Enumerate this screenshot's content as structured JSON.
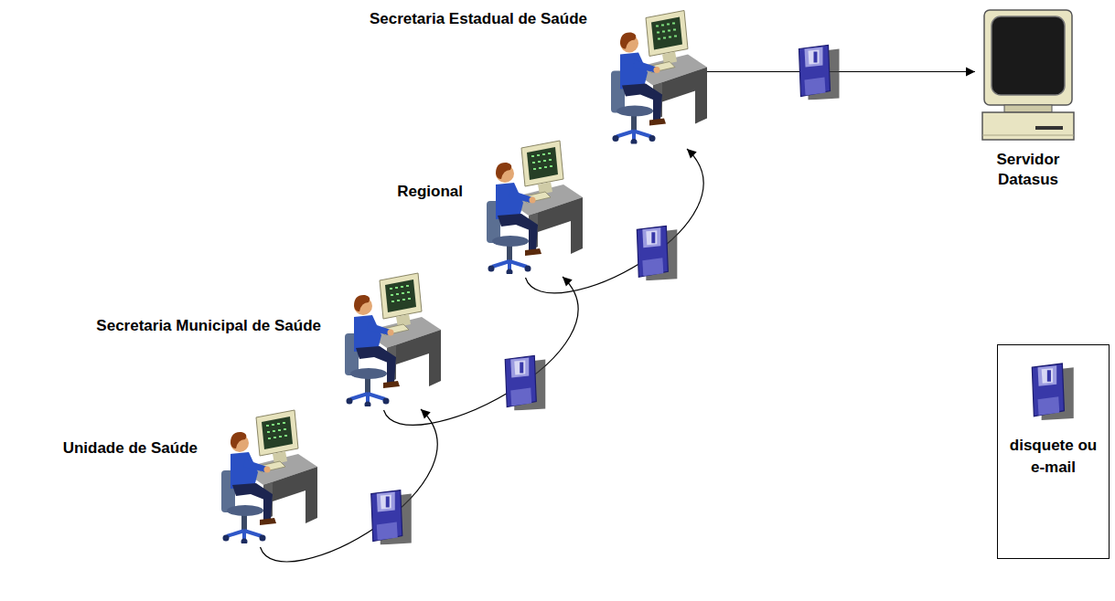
{
  "diagram": {
    "nodes": [
      {
        "text": [
          "Secretaria Estadual de Saúde"
        ]
      },
      {
        "text": [
          "Servidor Datasus"
        ]
      },
      {
        "text": [
          "Regional"
        ]
      },
      {
        "text": [
          "Secretaria Municipal de Saúde"
        ]
      },
      {
        "text": [
          "Unidade de Saúde"
        ]
      }
    ],
    "edges": [
      {
        "from": 4,
        "to": 3,
        "arrow": "to"
      },
      {
        "from": 3,
        "to": 2,
        "arrow": "to"
      },
      {
        "from": 2,
        "to": 0,
        "arrow": "to"
      },
      {
        "from": 0,
        "to": 1,
        "arrow": "to"
      }
    ],
    "legend": [
      {
        "text": "disquete ou e-mail"
      }
    ]
  }
}
